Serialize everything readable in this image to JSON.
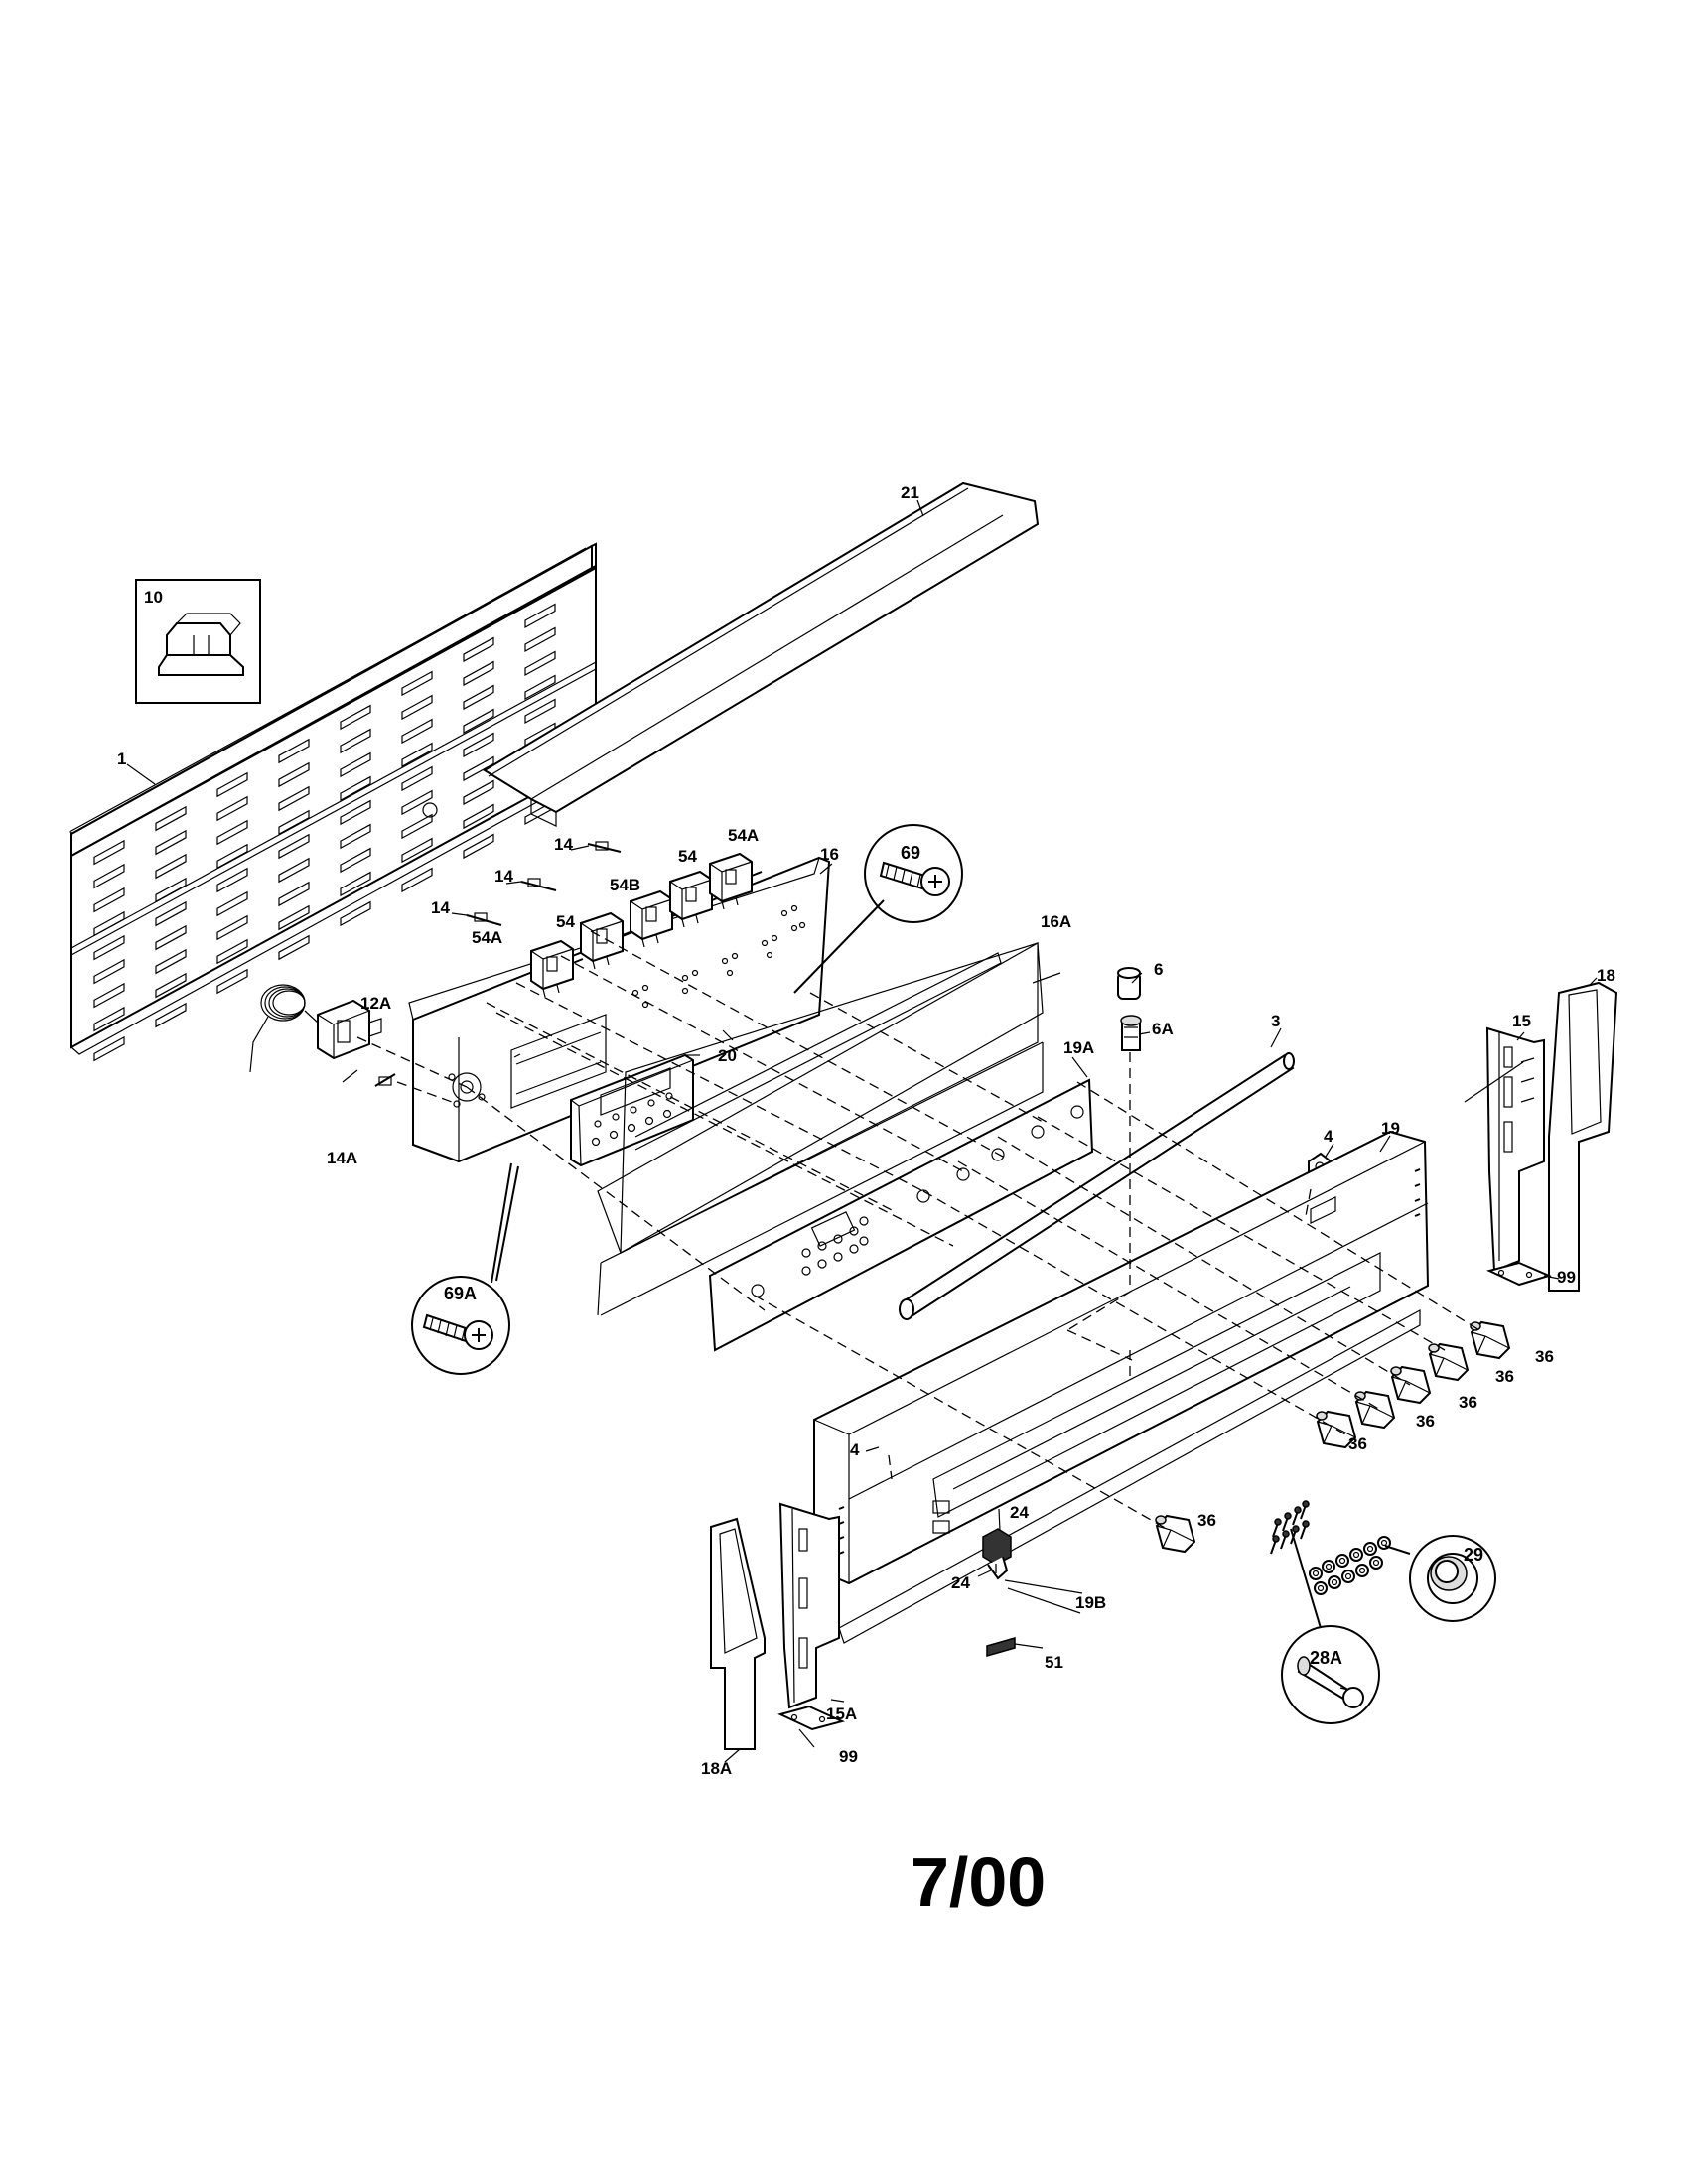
{
  "callouts": {
    "p1": "1",
    "p3": "3",
    "p4a": "4",
    "p4b": "4",
    "p6": "6",
    "p6a": "6A",
    "p10": "10",
    "p12a": "12A",
    "p14a": "14",
    "p14b": "14",
    "p14c": "14",
    "p14aa": "14A",
    "p15": "15",
    "p15a": "15A",
    "p16": "16",
    "p16a": "16A",
    "p18": "18",
    "p18a": "18A",
    "p19": "19",
    "p19a": "19A",
    "p19b": "19B",
    "p20": "20",
    "p21": "21",
    "p24a": "24",
    "p24b": "24",
    "p28a": "28A",
    "p29": "29",
    "p36a": "36",
    "p36b": "36",
    "p36c": "36",
    "p36d": "36",
    "p36e": "36",
    "p36f": "36",
    "p51": "51",
    "p54a": "54",
    "p54b": "54",
    "p54aa": "54A",
    "p54ab": "54A",
    "p54bb": "54B",
    "p69": "69",
    "p69a": "69A",
    "p99a": "99",
    "p99b": "99"
  },
  "footer": {
    "date": "7/00"
  }
}
